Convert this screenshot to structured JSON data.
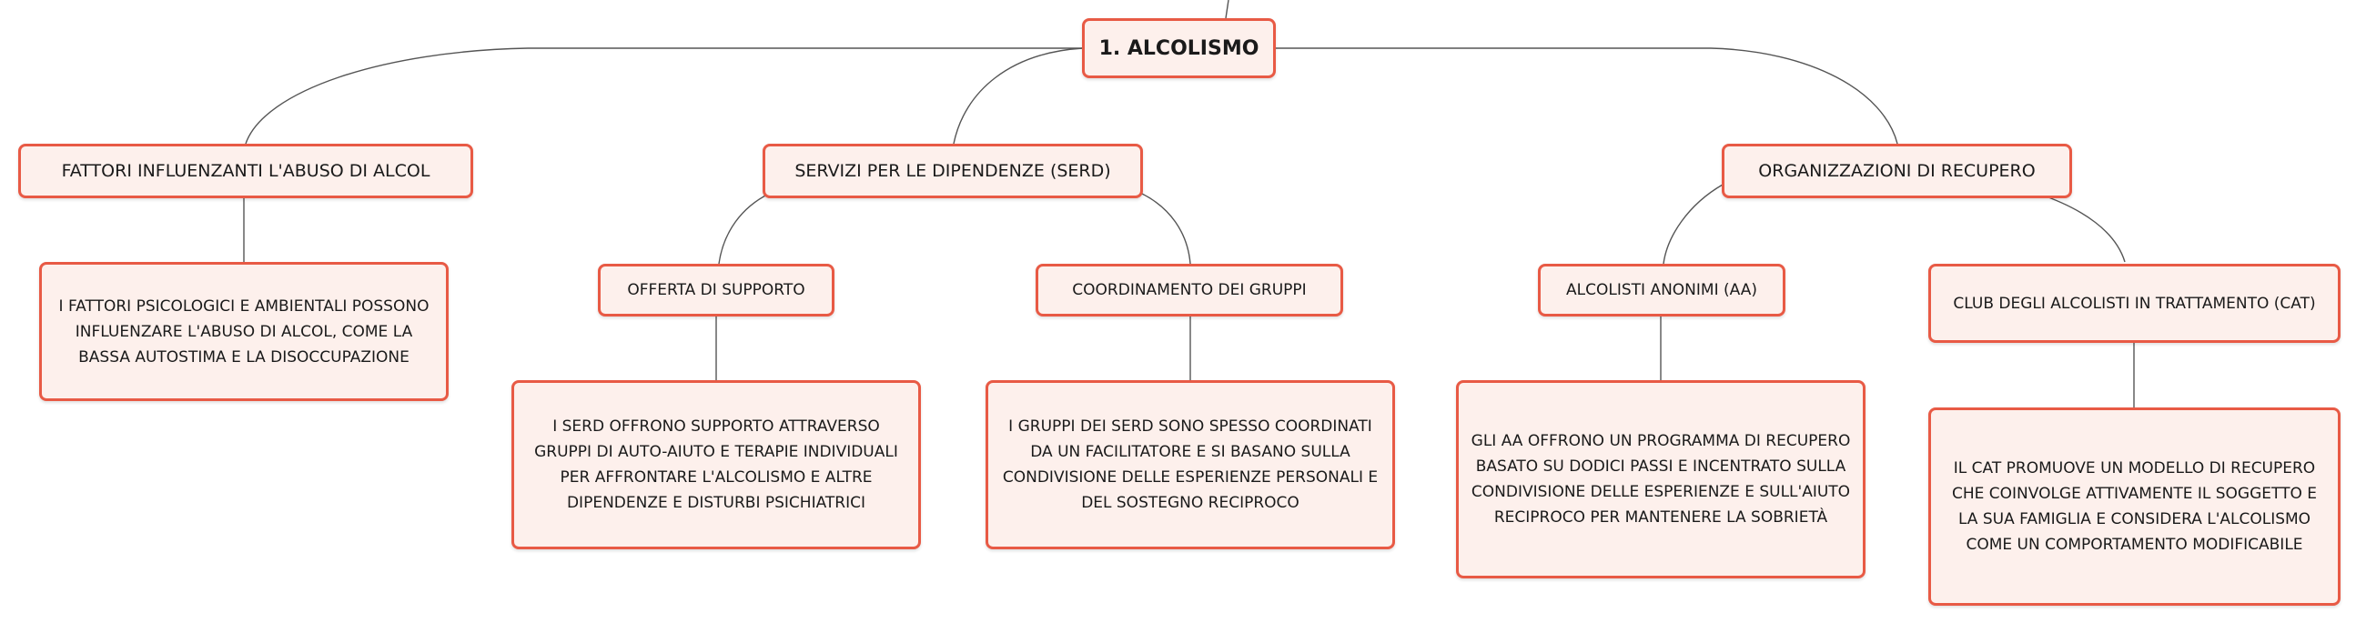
{
  "root": {
    "label": "1. ALCOLISMO"
  },
  "branches": [
    {
      "label": "FATTORI INFLUENZANTI L'ABUSO DI ALCOL",
      "note": "I FATTORI PSICOLOGICI E AMBIENTALI POSSONO INFLUENZARE L'ABUSO DI ALCOL, COME LA BASSA AUTOSTIMA E LA DISOCCUPAZIONE"
    },
    {
      "label": "SERVIZI PER LE DIPENDENZE (SERD)",
      "children": [
        {
          "label": "OFFERTA DI SUPPORTO",
          "note": "I SERD OFFRONO SUPPORTO ATTRAVERSO GRUPPI DI AUTO-AIUTO E TERAPIE INDIVIDUALI PER AFFRONTARE L'ALCOLISMO E ALTRE DIPENDENZE E DISTURBI PSICHIATRICI"
        },
        {
          "label": "COORDINAMENTO DEI GRUPPI",
          "note": "I GRUPPI DEI SERD SONO SPESSO COORDINATI DA UN FACILITATORE E SI BASANO SULLA CONDIVISIONE DELLE ESPERIENZE PERSONALI E DEL SOSTEGNO RECIPROCO"
        }
      ]
    },
    {
      "label": "ORGANIZZAZIONI DI RECUPERO",
      "children": [
        {
          "label": "ALCOLISTI ANONIMI (AA)",
          "note": "GLI AA OFFRONO UN PROGRAMMA DI RECUPERO BASATO SU DODICI PASSI E INCENTRATO SULLA CONDIVISIONE DELLE ESPERIENZE E SULL'AIUTO RECIPROCO PER MANTENERE LA SOBRIETÀ"
        },
        {
          "label": "CLUB DEGLI ALCOLISTI IN TRATTAMENTO (CAT)",
          "note": "IL CAT PROMUOVE UN MODELLO DI RECUPERO CHE COINVOLGE ATTIVAMENTE IL SOGGETTO E LA SUA FAMIGLIA E CONSIDERA L'ALCOLISMO COME UN COMPORTAMENTO MODIFICABILE"
        }
      ]
    }
  ],
  "colors": {
    "border": "#e85a45",
    "fill": "#fdf0ec",
    "line": "#555555",
    "text": "#1a1a1a"
  }
}
